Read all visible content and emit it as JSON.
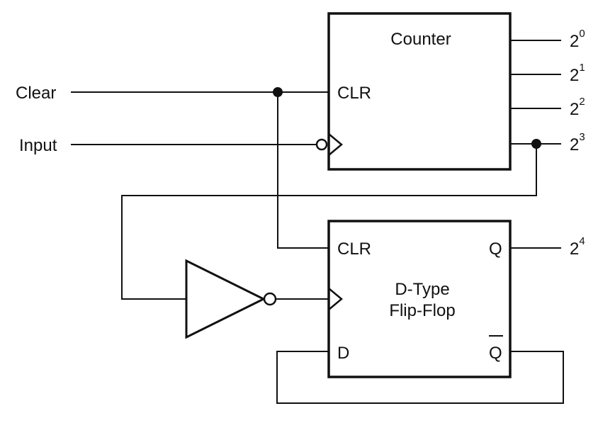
{
  "inputs": {
    "clear": "Clear",
    "input": "Input"
  },
  "counter": {
    "title": "Counter",
    "clr": "CLR",
    "outputs": [
      {
        "base": "2",
        "exp": "0"
      },
      {
        "base": "2",
        "exp": "1"
      },
      {
        "base": "2",
        "exp": "2"
      },
      {
        "base": "2",
        "exp": "3"
      }
    ]
  },
  "flipflop": {
    "title_line1": "D-Type",
    "title_line2": "Flip-Flop",
    "clr": "CLR",
    "q": "Q",
    "qbar": "Q",
    "d": "D",
    "output": {
      "base": "2",
      "exp": "4"
    }
  }
}
